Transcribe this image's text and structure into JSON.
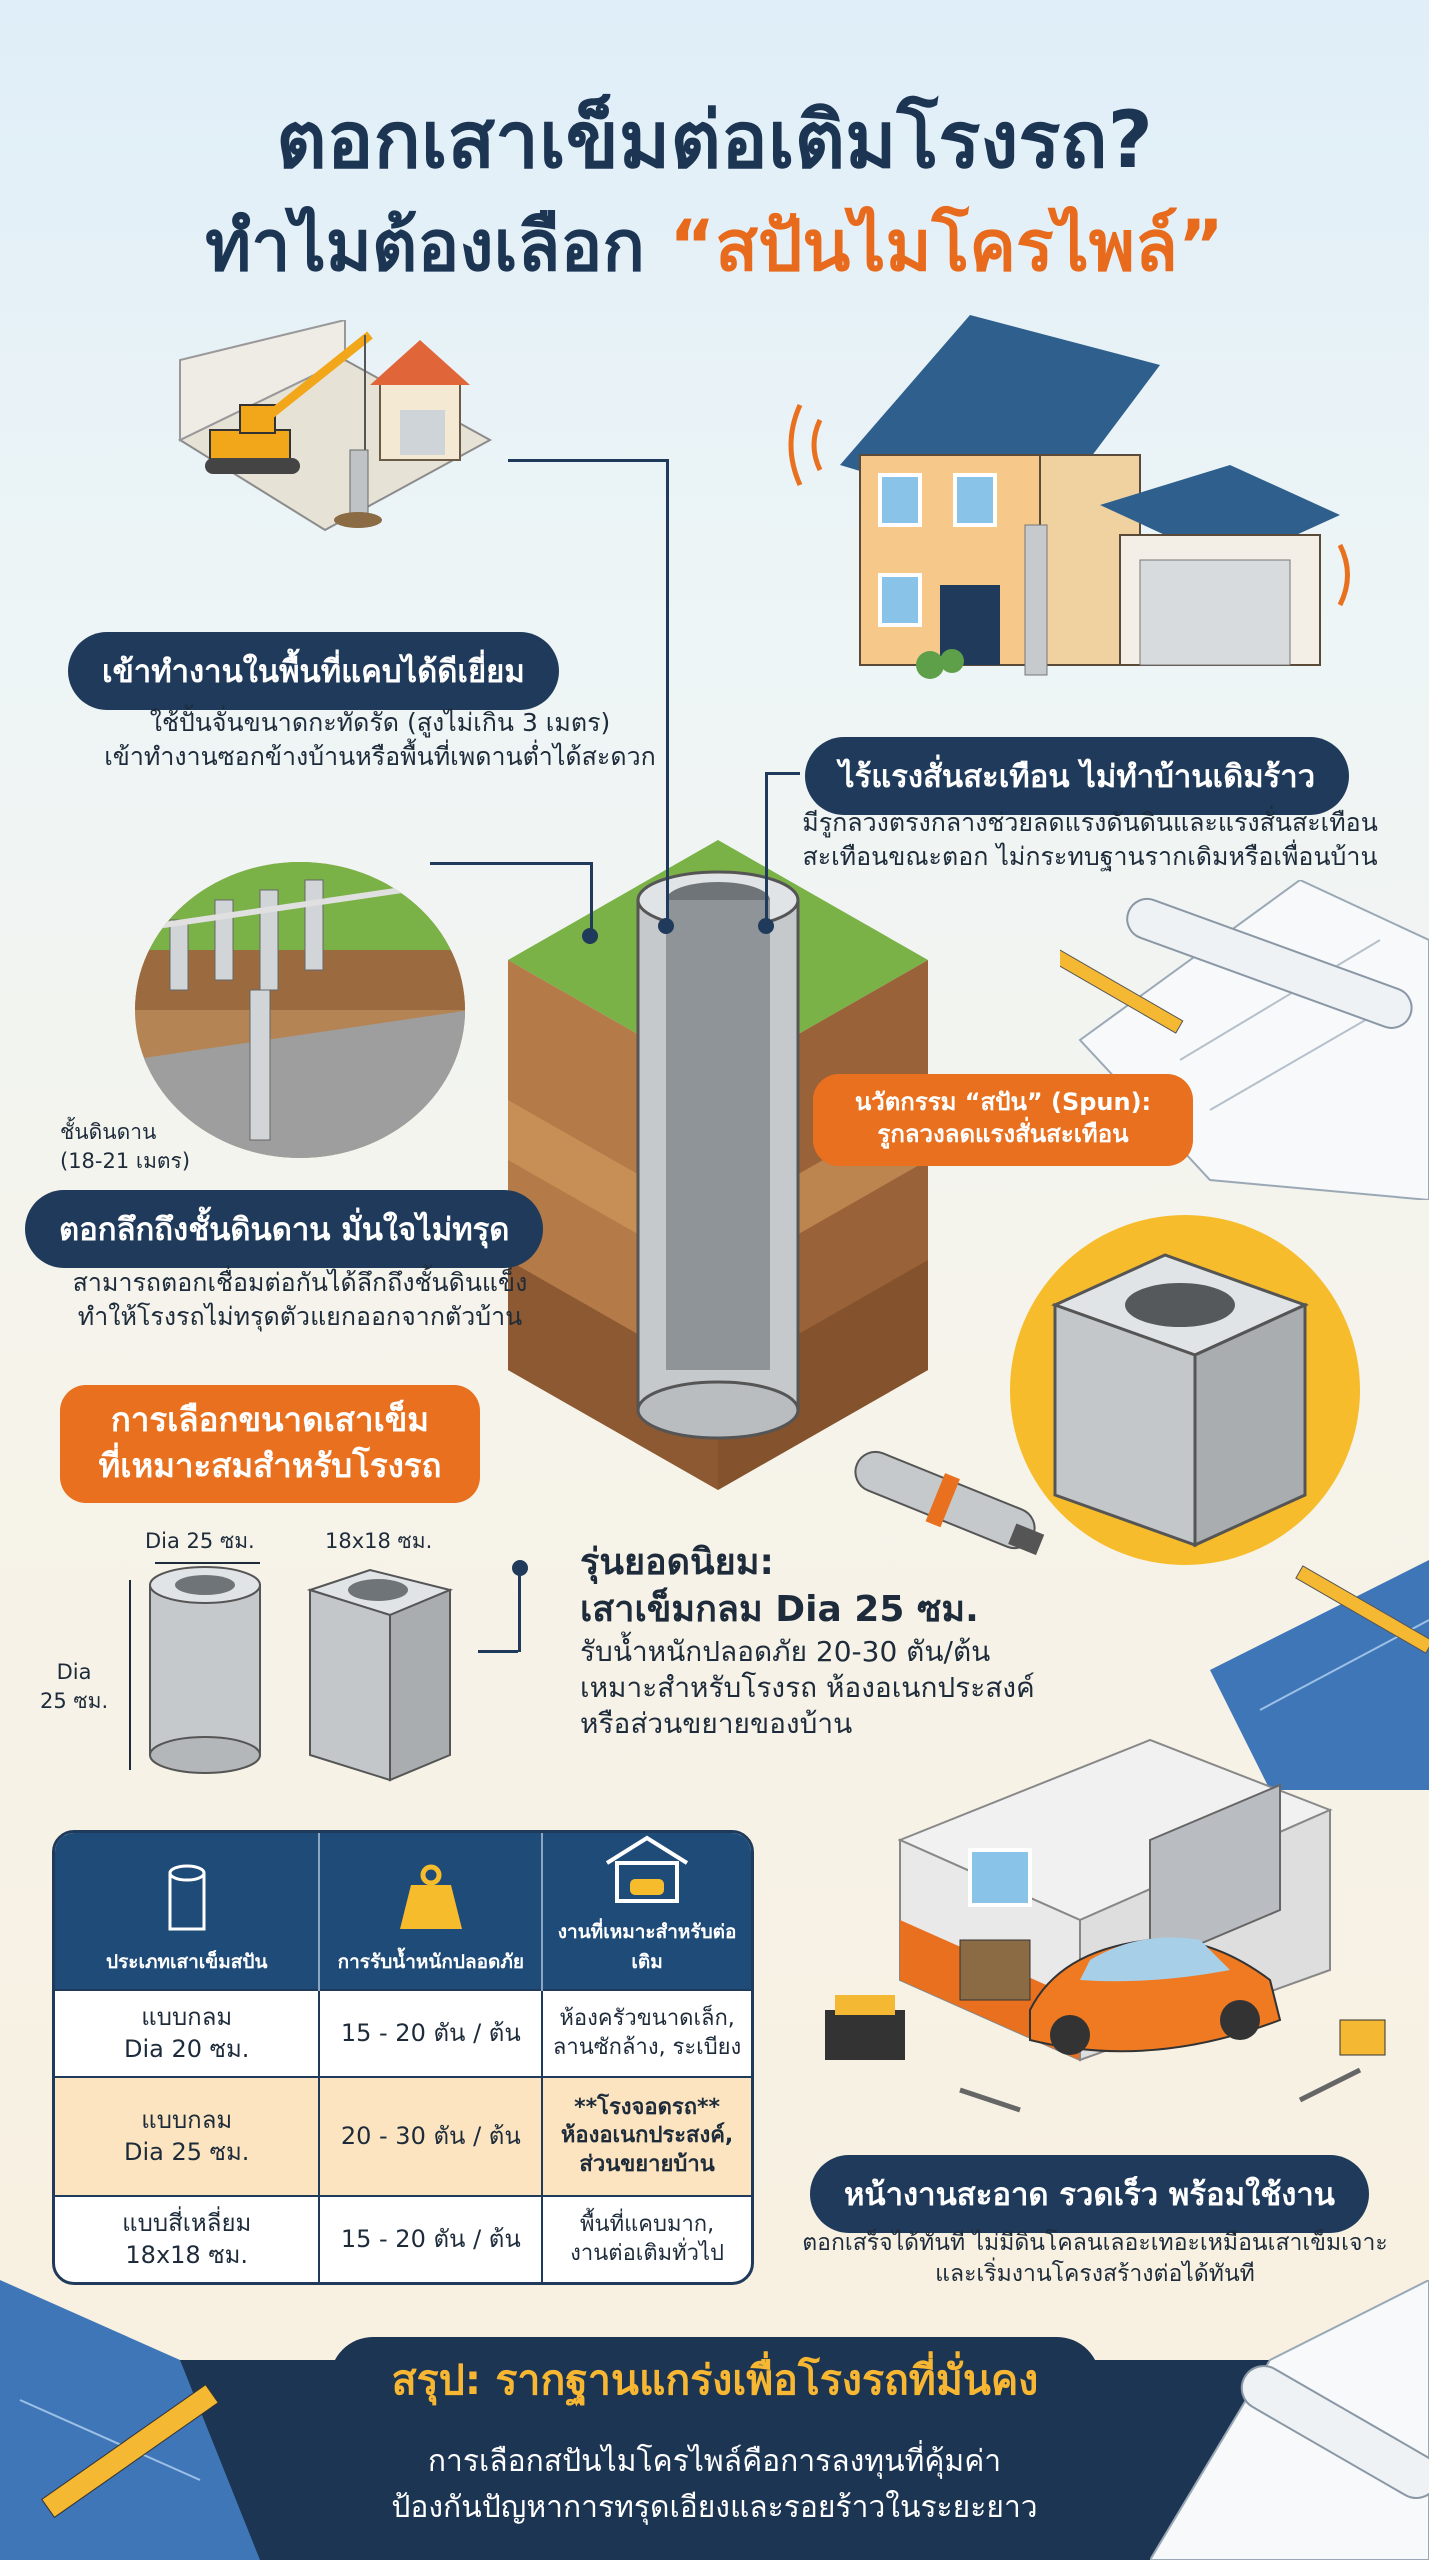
{
  "title": {
    "line1": "ตอกเสาเข็มต่อเติมโรงรถ?",
    "line2_prefix": "ทำไมต้องเลือก",
    "line2_accent": "“สปันไมโครไพล์”"
  },
  "features": {
    "narrow": {
      "heading": "เข้าทำงานในพื้นที่แคบได้ดีเยี่ยม",
      "line1": "ใช้ปั้นจั่นขนาดกะทัดรัด (สูงไม่เกิน 3 เมตร)",
      "line2": "เข้าทำงานซอกข้างบ้านหรือพื้นที่เพดานต่ำได้สะดวก"
    },
    "vibration": {
      "heading": "ไร้แรงสั่นสะเทือน ไม่ทำบ้านเดิมร้าว",
      "line1": "มีรูกลวงตรงกลางช่วยลดแรงดันดินและแรงสั่นสะเทือน",
      "line2": "สะเทือนขณะตอก ไม่กระทบฐานรากเดิมหรือเพื่อนบ้าน"
    },
    "depth": {
      "soil_label_line1": "ชั้นดินดาน",
      "soil_label_line2": "(18-21 เมตร)",
      "heading": "ตอกลึกถึงชั้นดินดาน มั่นใจไม่ทรุด",
      "line1": "สามารถตอกเชื่อมต่อกันได้ลึกถึงชั้นดินแข็ง",
      "line2": "ทำให้โรงรถไม่ทรุดตัวแยกออกจากตัวบ้าน"
    },
    "spun": {
      "line1": "นวัตกรรม “สปัน” (Spun):",
      "line2": "รูกลวงลดแรงสั่นสะเทือน"
    },
    "clean": {
      "heading": "หน้างานสะอาด รวดเร็ว พร้อมใช้งาน",
      "line1": "ตอกเสร็จได้ทันที ไม่มีดินโคลนเลอะเทอะเหมือนเสาเข็มเจาะ",
      "line2": "และเริ่มงานโครงสร้างต่อได้ทันที"
    }
  },
  "size_section": {
    "heading_line1": "การเลือกขนาดเสาเข็ม",
    "heading_line2": "ที่เหมาะสมสำหรับโรงรถ",
    "dia_top_label": "Dia 25 ซม.",
    "square_label": "18x18 ซม.",
    "dia_side_line1": "Dia",
    "dia_side_line2": "25 ซม.",
    "popular_line1": "รุ่นยอดนิยม:",
    "popular_line2": "เสาเข็มกลม Dia 25 ซม.",
    "popular_line3": "รับน้ำหนักปลอดภัย 20-30 ตัน/ต้น",
    "popular_line4": "เหมาะสำหรับโรงรถ ห้องอเนกประสงค์",
    "popular_line5": "หรือส่วนขยายของบ้าน"
  },
  "table": {
    "headers": [
      "ประเภทเสาเข็มสปัน",
      "การรับน้ำหนักปลอดภัย",
      "งานที่เหมาะสำหรับต่อเติม"
    ],
    "header_icons": [
      "pile-icon",
      "weight-icon",
      "garage-icon"
    ],
    "rows": [
      {
        "type": [
          "แบบกลม",
          "Dia 20 ซม."
        ],
        "load": "15 - 20 ตัน / ต้น",
        "use": [
          "ห้องครัวขนาดเล็ก,",
          "ลานซักล้าง, ระเบียง"
        ]
      },
      {
        "type": [
          "แบบกลม",
          "Dia 25 ซม."
        ],
        "load": "20 - 30 ตัน / ต้น",
        "use": [
          "**โรงจอดรถ**",
          "ห้องอเนกประสงค์,",
          "ส่วนขยายบ้าน"
        ]
      },
      {
        "type": [
          "แบบสี่เหลี่ยม",
          "18x18 ซม."
        ],
        "load": "15 - 20 ตัน / ต้น",
        "use": [
          "พื้นที่แคบมาก,",
          "งานต่อเติมทั่วไป"
        ]
      }
    ]
  },
  "summary": {
    "title": "สรุป: รากฐานแกร่งเพื่อโรงรถที่มั่นคง",
    "line1": "การเลือกสปันไมโครไพล์คือการลงทุนที่คุ้มค่า",
    "line2": "ป้องกันปัญหาการทรุดเอียงและรอยร้าวในระยะยาว"
  },
  "colors": {
    "navy": "#1f3a5a",
    "orange": "#e8701e",
    "gold": "#f7b733",
    "highlight_row": "#fbe4bf"
  }
}
